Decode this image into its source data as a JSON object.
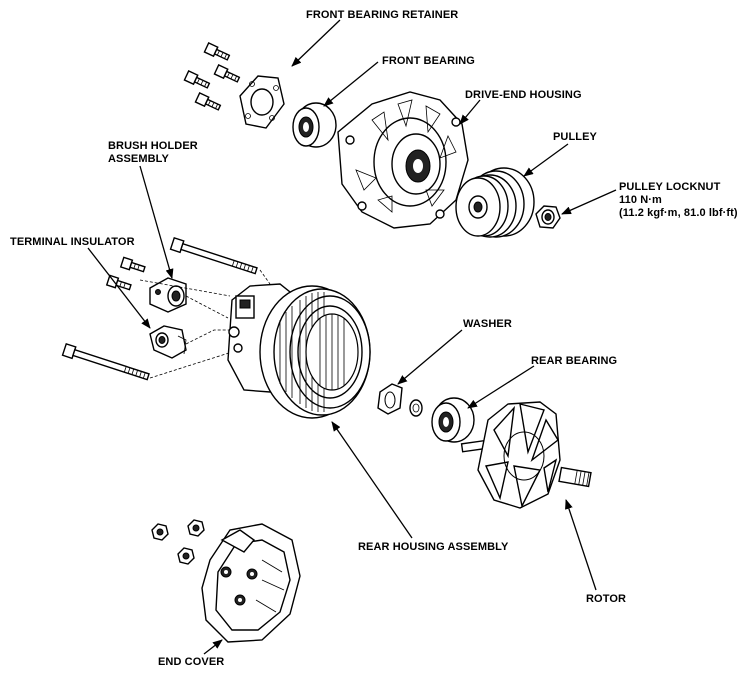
{
  "labels": {
    "front_bearing_retainer": "FRONT BEARING RETAINER",
    "front_bearing": "FRONT BEARING",
    "drive_end_housing": "DRIVE-END HOUSING",
    "pulley": "PULLEY",
    "pulley_locknut_1": "PULLEY LOCKNUT",
    "pulley_locknut_2": "110 N·m",
    "pulley_locknut_3": "(11.2 kgf·m, 81.0 lbf·ft)",
    "brush_holder_1": "BRUSH HOLDER",
    "brush_holder_2": "ASSEMBLY",
    "terminal_insulator": "TERMINAL INSULATOR",
    "washer": "WASHER",
    "rear_bearing": "REAR BEARING",
    "rear_housing_assembly": "REAR HOUSING ASSEMBLY",
    "rotor": "ROTOR",
    "end_cover": "END COVER"
  }
}
